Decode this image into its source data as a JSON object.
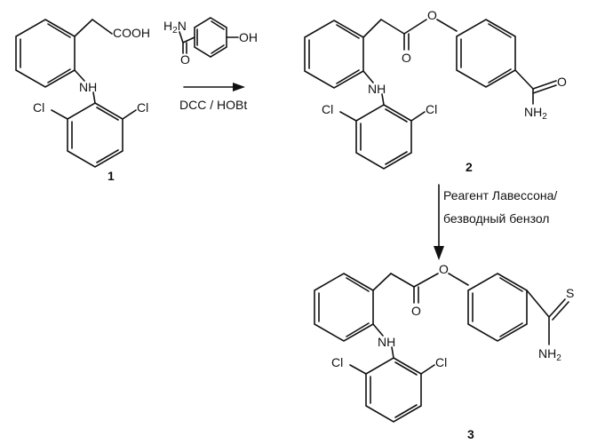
{
  "atoms": {
    "cooh": "COOH",
    "nh": "NH",
    "cl": "Cl",
    "o": "O",
    "oh": "OH",
    "s": "S",
    "h2n": "H",
    "h2n_sub": "2",
    "h2n_n": "N",
    "nh2": "NH",
    "nh2_sub": "2"
  },
  "compounds": {
    "c1": "1",
    "c2": "2",
    "c3": "3"
  },
  "reactions": {
    "step1_reagent": "DCC / HOBt",
    "step2_line1": "Реагент Лавессона/",
    "step2_line2": "безводный бензол"
  }
}
